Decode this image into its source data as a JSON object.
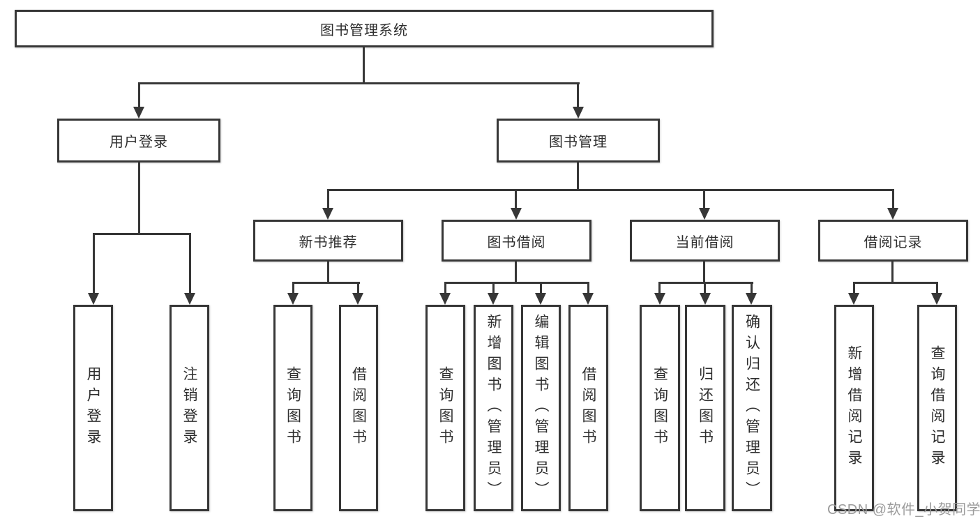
{
  "diagram": {
    "root": {
      "label": "图书管理系统"
    },
    "level2": {
      "user_login": {
        "label": "用户登录"
      },
      "book_mgmt": {
        "label": "图书管理"
      }
    },
    "level3": {
      "new_book_rec": {
        "label": "新书推荐"
      },
      "book_borrow": {
        "label": "图书借阅"
      },
      "current_borrow": {
        "label": "当前借阅"
      },
      "borrow_record": {
        "label": "借阅记录"
      }
    },
    "leaves": {
      "user_login": {
        "label": "用户登录"
      },
      "logout": {
        "label": "注销登录"
      },
      "query_book_rec": {
        "label": "查询图书"
      },
      "borrow_book_rec": {
        "label": "借阅图书"
      },
      "query_book_borrow": {
        "label": "查询图书"
      },
      "add_book": {
        "label": "新增图书（管理员）"
      },
      "edit_book": {
        "label": "编辑图书（管理员）"
      },
      "borrow_book": {
        "label": "借阅图书"
      },
      "query_book_current": {
        "label": "查询图书"
      },
      "return_book": {
        "label": "归还图书"
      },
      "confirm_return": {
        "label": "确认归还（管理员）"
      },
      "add_borrow_record": {
        "label": "新增借阅记录"
      },
      "query_borrow_record": {
        "label": "查询借阅记录"
      }
    }
  },
  "watermark": {
    "text": "CSDN @软件_小贺同学"
  },
  "colors": {
    "line": "#373737",
    "text": "#2e2e2e",
    "watermark": "#9b9b9b",
    "background": "#ffffff"
  }
}
